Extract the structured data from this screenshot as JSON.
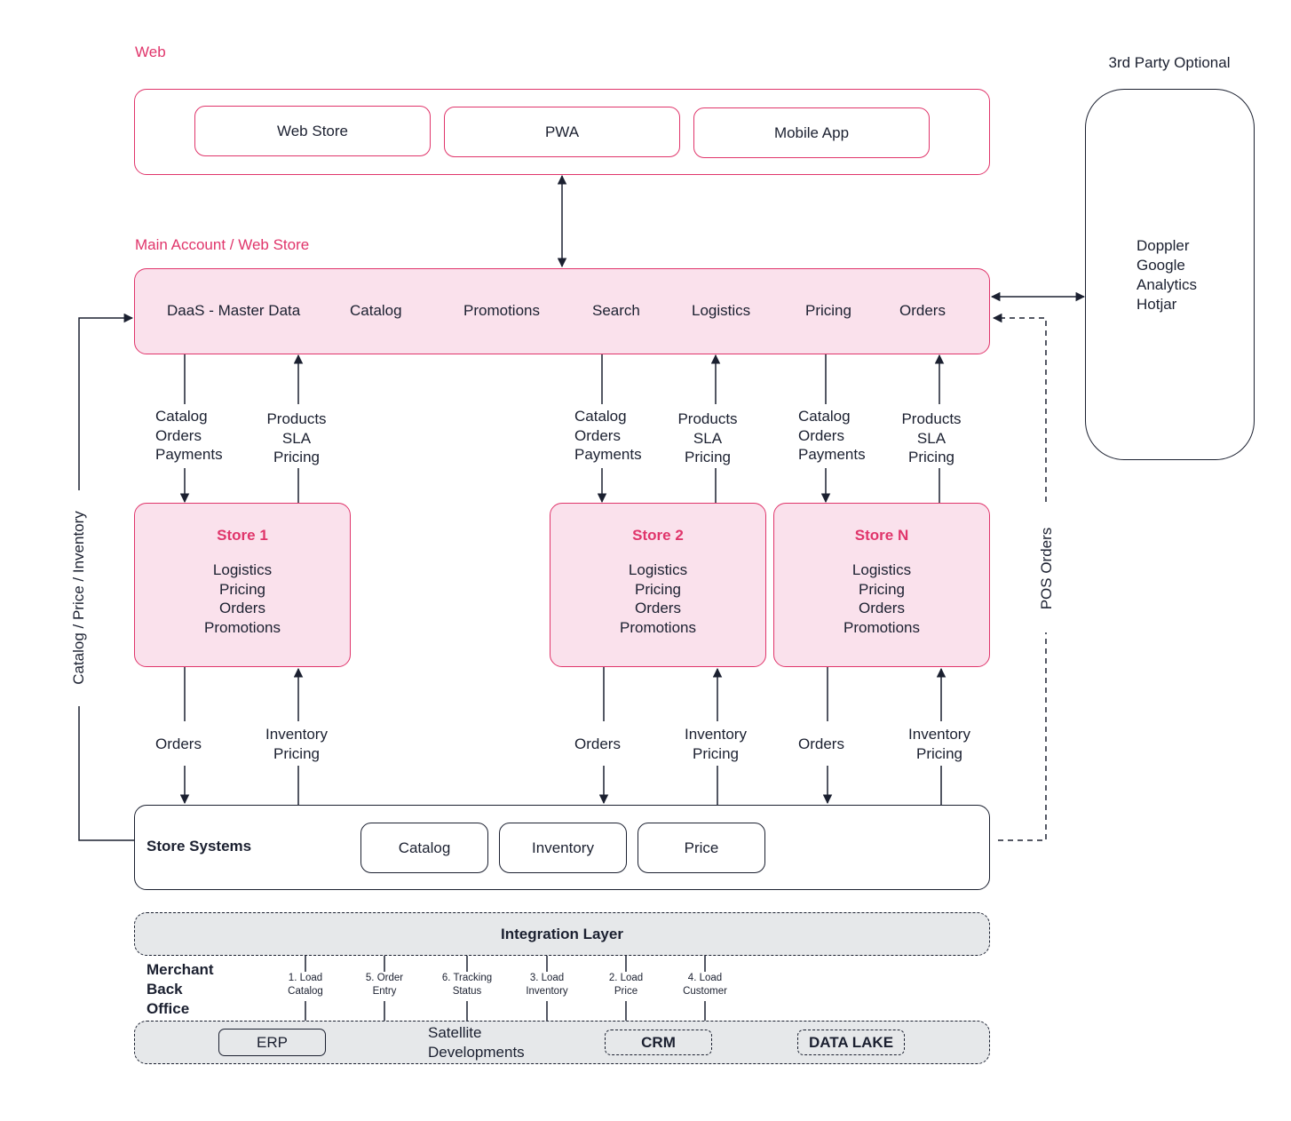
{
  "web": {
    "section_label": "Web",
    "items": [
      "Web Store",
      "PWA",
      "Mobile App"
    ]
  },
  "third_party": {
    "section_label": "3rd Party Optional",
    "items": [
      "Doppler",
      "Google",
      "Analytics",
      "Hotjar"
    ]
  },
  "main_account": {
    "section_label": "Main Account / Web Store",
    "modules": [
      "DaaS - Master Data",
      "Catalog",
      "Promotions",
      "Search",
      "Logistics",
      "Pricing",
      "Orders"
    ]
  },
  "upper_flows": {
    "down_label": [
      "Catalog",
      "Orders",
      "Payments"
    ],
    "up_label": [
      "Products",
      "SLA",
      "Pricing"
    ]
  },
  "stores": [
    {
      "title": "Store 1",
      "lines": [
        "Logistics",
        "Pricing",
        "Orders",
        "Promotions"
      ]
    },
    {
      "title": "Store 2",
      "lines": [
        "Logistics",
        "Pricing",
        "Orders",
        "Promotions"
      ]
    },
    {
      "title": "Store N",
      "lines": [
        "Logistics",
        "Pricing",
        "Orders",
        "Promotions"
      ]
    }
  ],
  "lower_flows": {
    "down_label": "Orders",
    "up_label": [
      "Inventory",
      "Pricing"
    ]
  },
  "side_flows": {
    "left_label": "Catalog / Price / Inventory",
    "right_label": "POS Orders"
  },
  "store_systems": {
    "label": "Store Systems",
    "items": [
      "Catalog",
      "Inventory",
      "Price"
    ]
  },
  "integration_layer": {
    "label": "Integration Layer"
  },
  "merchant_back_office": {
    "label": [
      "Merchant",
      "Back",
      "Office"
    ],
    "steps": [
      [
        "1.    Load",
        "Catalog"
      ],
      [
        "5. Order",
        "Entry"
      ],
      [
        "6. Tracking",
        "Status"
      ],
      [
        "3. Load",
        "Inventory"
      ],
      [
        "2. Load",
        "Price"
      ],
      [
        "4. Load",
        "Customer"
      ]
    ],
    "erp": "ERP",
    "satellite": [
      "Satellite",
      "Developments"
    ],
    "crm": "CRM",
    "data_lake": "DATA LAKE"
  },
  "colors": {
    "accent": "#e0356b",
    "pink_fill": "#fae1ec",
    "ink": "#1b2030",
    "gray_fill": "#e6e8ea"
  }
}
